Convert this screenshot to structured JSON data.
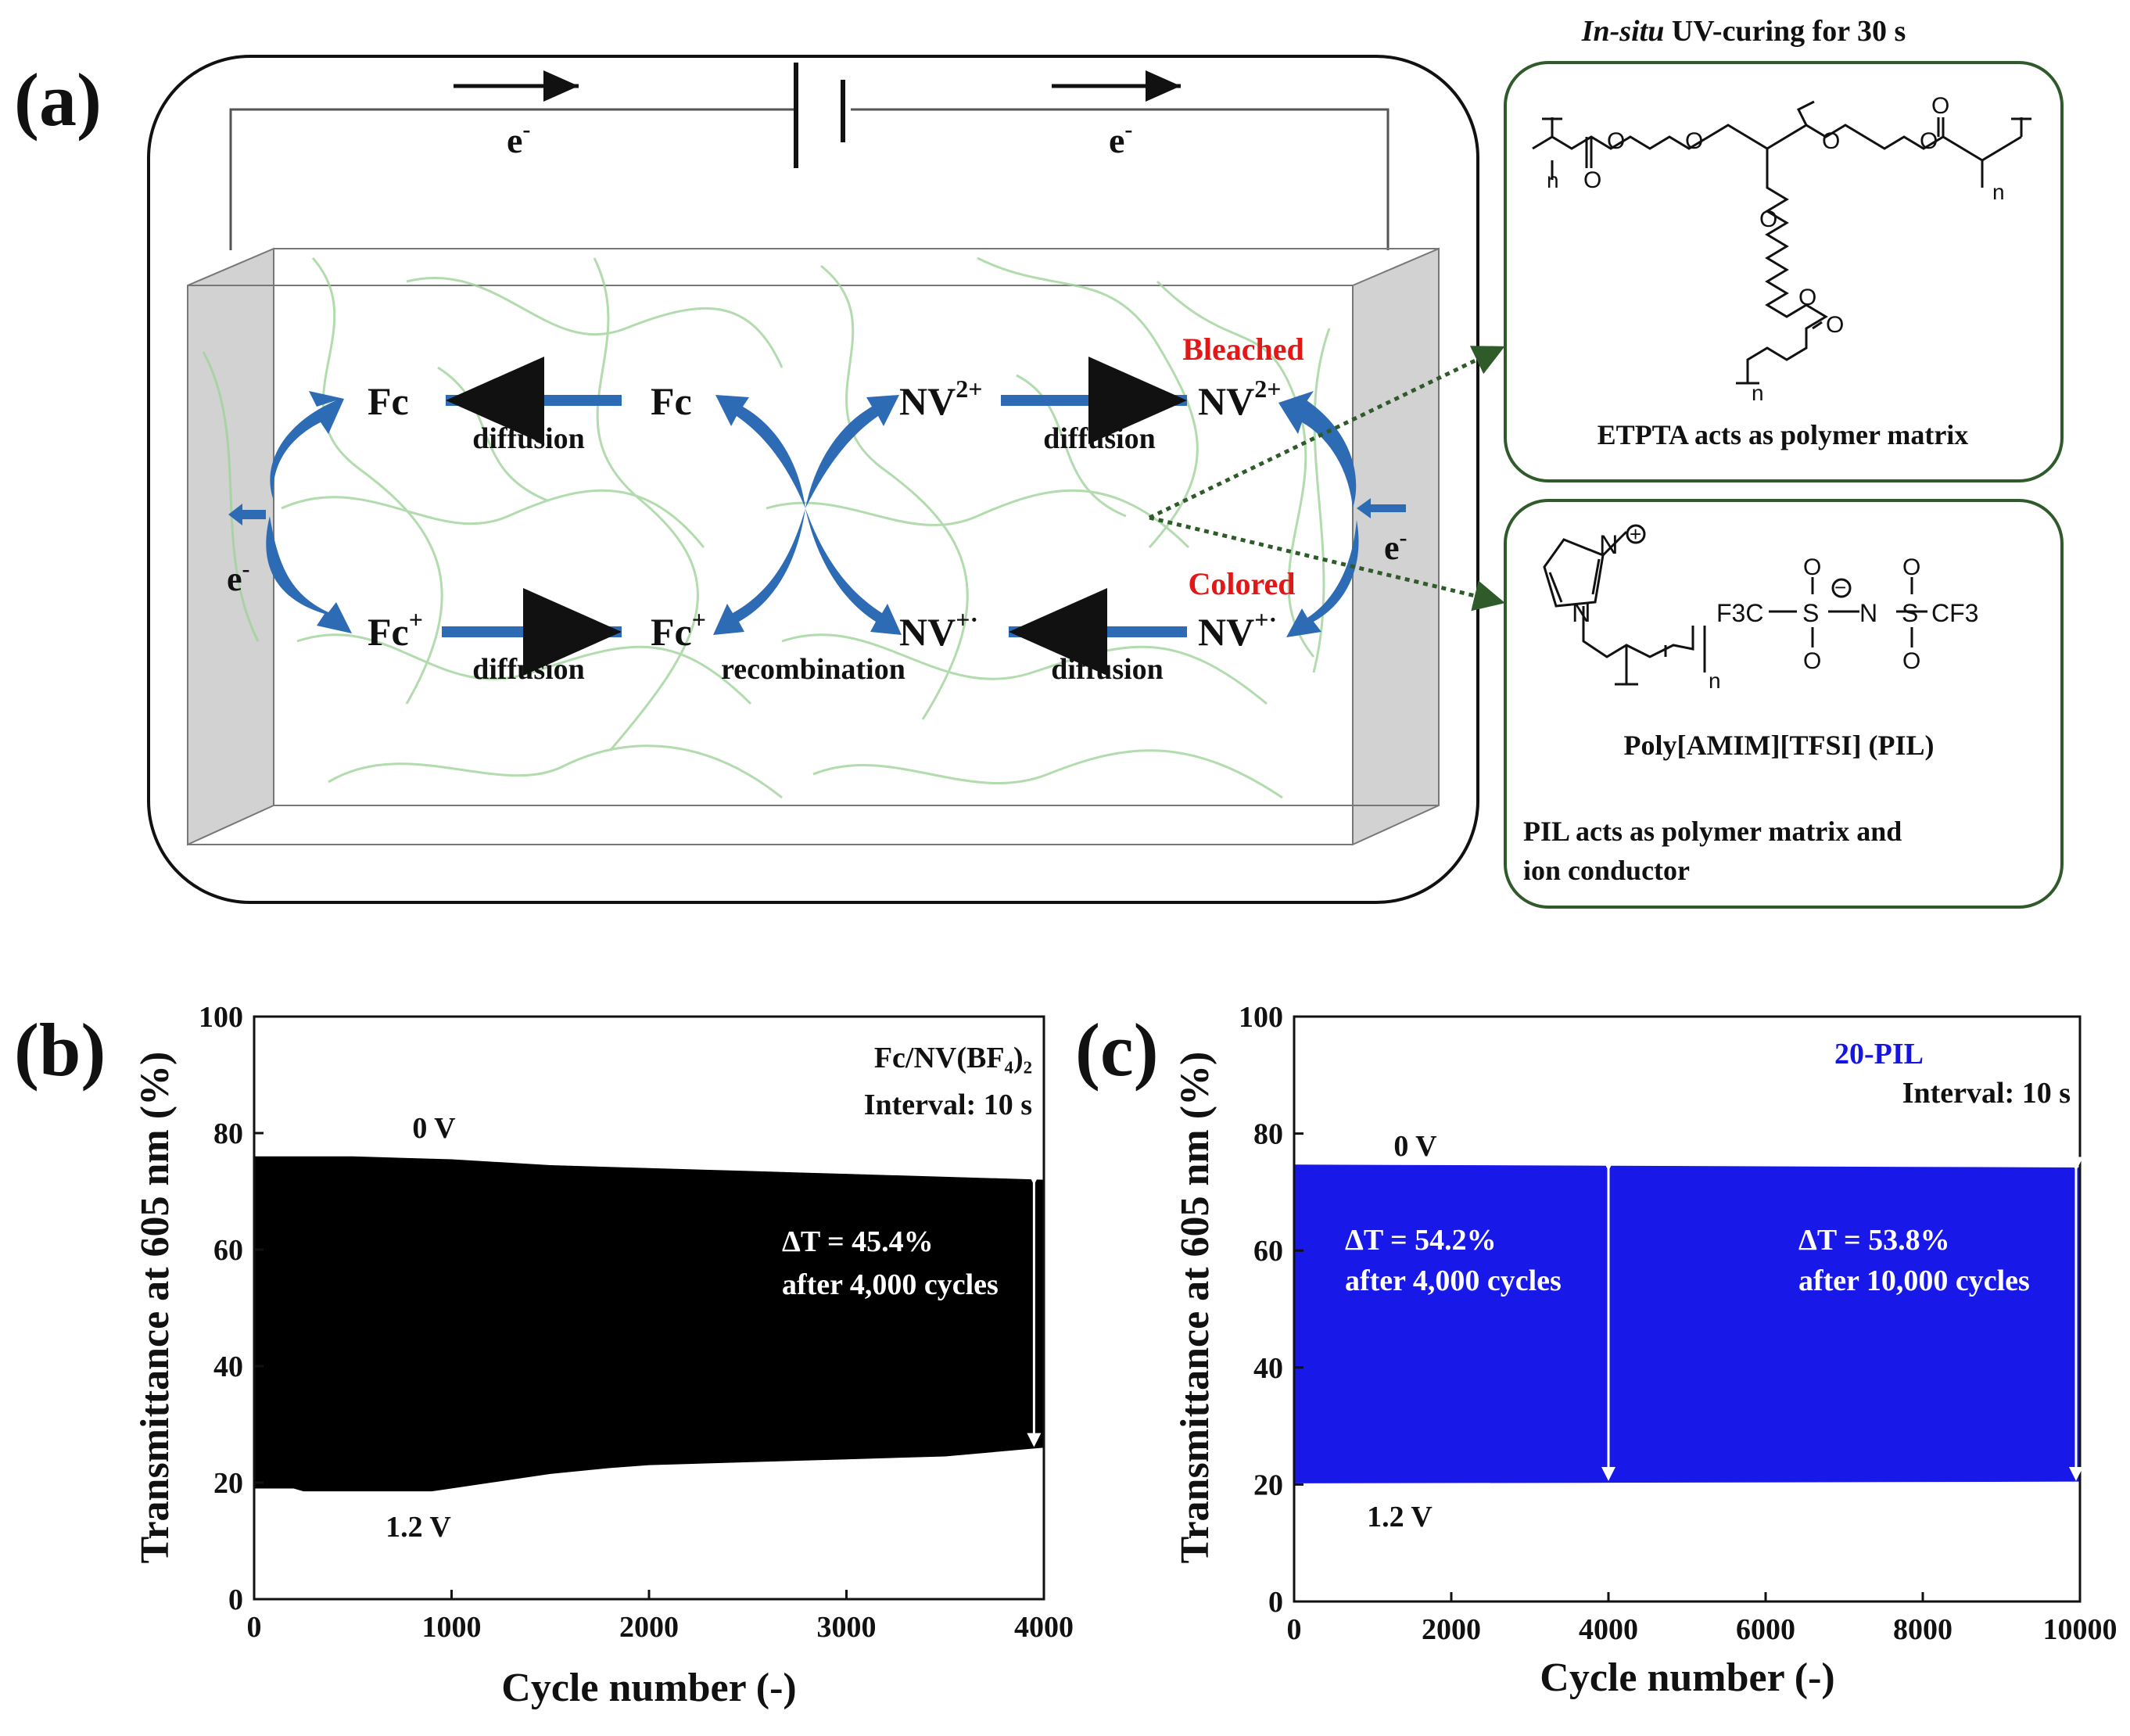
{
  "panel_a": {
    "label": "(a)",
    "electron_top_left": "e",
    "electron_top_right": "e",
    "electron_left": "e",
    "electron_right": "e",
    "electron_superscript": "-",
    "species": {
      "fc": "Fc",
      "fc_plus": "Fc",
      "plus_sup": "+",
      "nv": "NV",
      "nv2_sup": "2+",
      "nv_rad_sup": "+·"
    },
    "process": {
      "diffusion": "diffusion",
      "recombination": "recombination"
    },
    "state_bleached": "Bleached",
    "state_colored": "Colored",
    "state_color": "#e01818",
    "uv_title_italic": "In-situ",
    "uv_title_rest": " UV-curing for 30 s",
    "etpta_caption": "ETPTA acts as polymer matrix",
    "pil_caption": "Poly[AMIM][TFSI] (PIL)",
    "pil_desc_line1": "PIL acts as polymer matrix and",
    "pil_desc_line2": "ion conductor",
    "chem_n": "n",
    "chem_N": "N",
    "chem_O": "O",
    "chem_S": "S",
    "chem_F3C": "F3C",
    "chem_CF3": "CF3",
    "chem_plus": "+",
    "chem_minus": "−",
    "box_border_color": "#2f5a2a",
    "arrow_color": "#2e6bb5",
    "fiber_color": "#9fd39a"
  },
  "chart_data": [
    {
      "type": "area",
      "panel_label": "(b)",
      "xlabel": "Cycle number (-)",
      "ylabel": "Transmittance at 605 nm (%)",
      "xlim": [
        0,
        4000
      ],
      "ylim": [
        0,
        100
      ],
      "xticks": [
        "0",
        "1000",
        "2000",
        "3000",
        "4000"
      ],
      "yticks": [
        "0",
        "20",
        "40",
        "60",
        "80",
        "100"
      ],
      "legend_line1": "Fc/NV(BF₄)₂",
      "legend_line2": "Interval: 10 s",
      "label_top": "0 V",
      "label_bottom": "1.2 V",
      "annotation_line1": "ΔT = 45.4%",
      "annotation_line2": "after 4,000 cycles",
      "fill_color": "#000000",
      "upper_envelope": {
        "x": [
          0,
          500,
          1000,
          1500,
          2000,
          2500,
          3000,
          3500,
          4000
        ],
        "y": [
          76,
          76,
          75.5,
          74.5,
          74,
          73.5,
          73,
          72.5,
          72
        ]
      },
      "lower_envelope": {
        "x": [
          0,
          200,
          250,
          500,
          900,
          1200,
          1500,
          1800,
          2000,
          2500,
          3000,
          3500,
          4000
        ],
        "y": [
          19,
          19,
          18.5,
          18.5,
          18.5,
          20,
          21.5,
          22.5,
          23,
          23.5,
          24,
          24.5,
          26
        ]
      }
    },
    {
      "type": "area",
      "panel_label": "(c)",
      "xlabel": "Cycle number (-)",
      "ylabel": "Transmittance at 605 nm (%)",
      "xlim": [
        0,
        10000
      ],
      "ylim": [
        0,
        100
      ],
      "xticks": [
        "0",
        "2000",
        "4000",
        "6000",
        "8000",
        "10000"
      ],
      "yticks": [
        "0",
        "20",
        "40",
        "60",
        "80",
        "100"
      ],
      "legend_line1": "20-PIL",
      "legend_line1_color": "#1414e6",
      "legend_line2": "Interval: 10 s",
      "label_top": "0 V",
      "label_bottom": "1.2 V",
      "annotation_a_line1": "ΔT = 54.2%",
      "annotation_a_line2": "after 4,000 cycles",
      "annotation_b_line1": "ΔT = 53.8%",
      "annotation_b_line2": "after 10,000 cycles",
      "fill_color": "#1818e8",
      "upper_envelope": {
        "x": [
          0,
          4000,
          10000
        ],
        "y": [
          74.7,
          74.5,
          74.2
        ]
      },
      "lower_envelope": {
        "x": [
          0,
          4000,
          10000
        ],
        "y": [
          20.2,
          20.3,
          20.5
        ]
      }
    }
  ]
}
